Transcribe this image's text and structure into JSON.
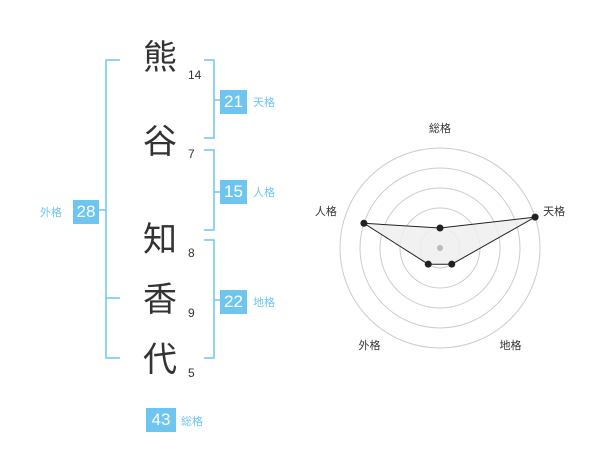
{
  "name_chars": [
    {
      "char": "熊",
      "strokes": "14"
    },
    {
      "char": "谷",
      "strokes": "7"
    },
    {
      "char": "知",
      "strokes": "8"
    },
    {
      "char": "香",
      "strokes": "9"
    },
    {
      "char": "代",
      "strokes": "5"
    }
  ],
  "fortune": {
    "tenkaku": {
      "value": "21",
      "label": "天格"
    },
    "jinkaku": {
      "value": "15",
      "label": "人格"
    },
    "chikaku": {
      "value": "22",
      "label": "地格"
    },
    "gaikaku": {
      "value": "28",
      "label": "外格"
    },
    "soukaku": {
      "value": "43",
      "label": "総格"
    }
  },
  "radar": {
    "axes": [
      "総格",
      "天格",
      "地格",
      "外格",
      "人格"
    ],
    "levels": [
      1,
      2,
      3,
      4,
      5
    ],
    "values": [
      1,
      5,
      1,
      1,
      4
    ],
    "colors": {
      "line": "#222222",
      "fill": "#eeeeee",
      "ring": "#cccccc",
      "center": "#bbbbbb",
      "bracket": "#6ec6f0"
    }
  }
}
